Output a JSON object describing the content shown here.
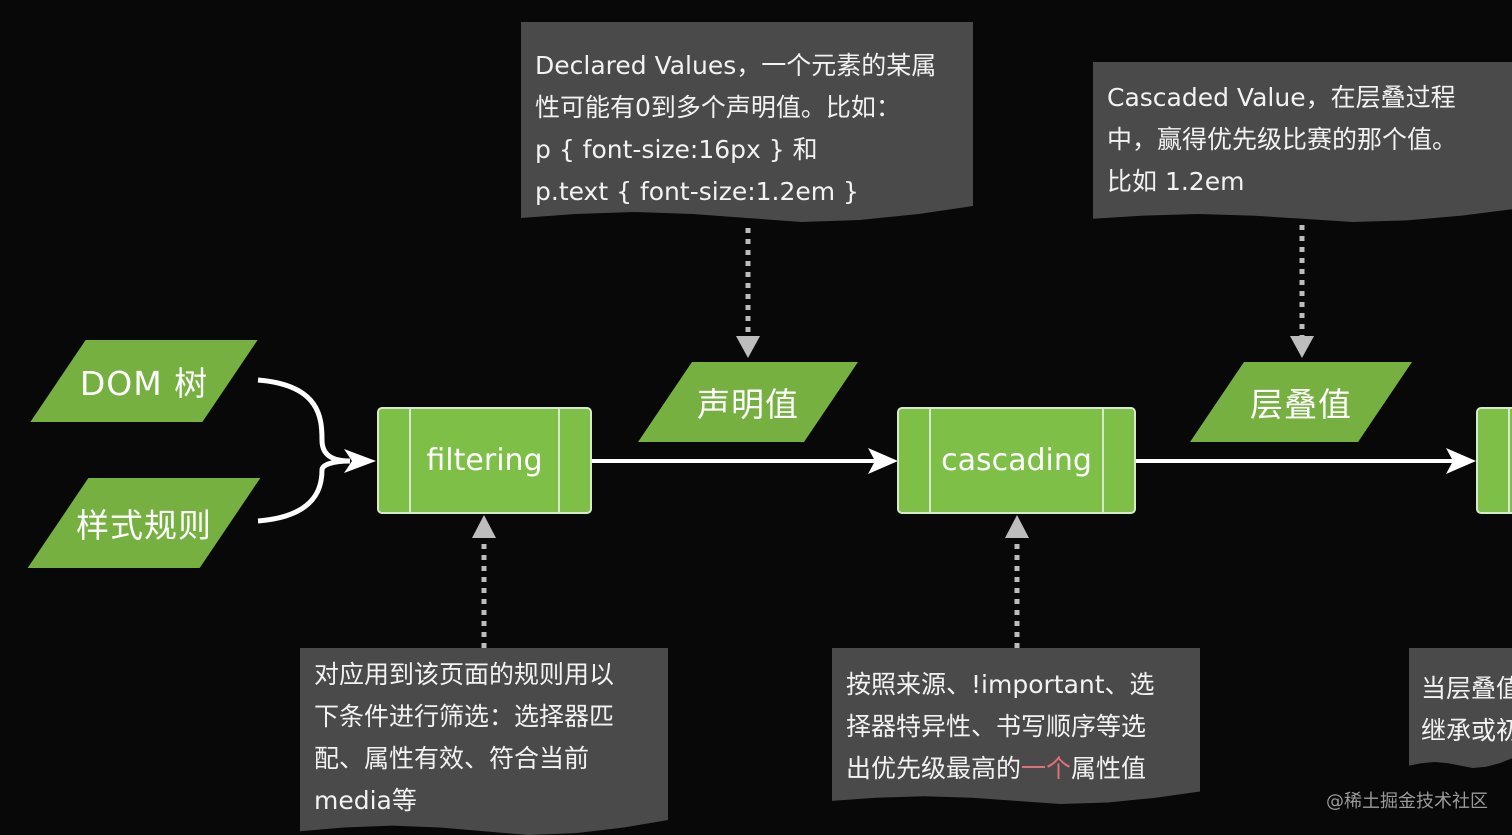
{
  "inputs": {
    "dom_tree": "DOM 树",
    "style_rules": "样式规则"
  },
  "processes": {
    "filtering": "filtering",
    "cascading": "cascading"
  },
  "values": {
    "declared": "声明值",
    "cascaded": "层叠值"
  },
  "notes": {
    "declared": {
      "lines": [
        "Declared Values，一个元素的某属",
        "性可能有0到多个声明值。比如：",
        "p { font-size:16px } 和",
        "p.text { font-size:1.2em }"
      ]
    },
    "cascaded": {
      "lines": [
        "Cascaded Value，在层叠过程",
        "中，赢得优先级比赛的那个值。",
        "比如 1.2em"
      ]
    },
    "filtering": {
      "lines": [
        "对应用到该页面的规则用以",
        "下条件进行筛选：选择器匹",
        "配、属性有效、符合当前",
        "media等"
      ]
    },
    "cascading": {
      "line1": "按照来源、!important、选",
      "line2": "择器特异性、书写顺序等选",
      "line3_pre": "出优先级最高的",
      "line3_highlight": "一个",
      "line3_post": "属性值"
    },
    "partial": {
      "lines": [
        "当层叠值",
        "继承或初"
      ]
    }
  },
  "watermark": "@稀土掘金技术社区",
  "colors": {
    "background": "#080808",
    "shape_green": "#76b041",
    "process_green": "#7dbf47",
    "note_gray": "#4a4a4a",
    "highlight": "#e0707a"
  }
}
